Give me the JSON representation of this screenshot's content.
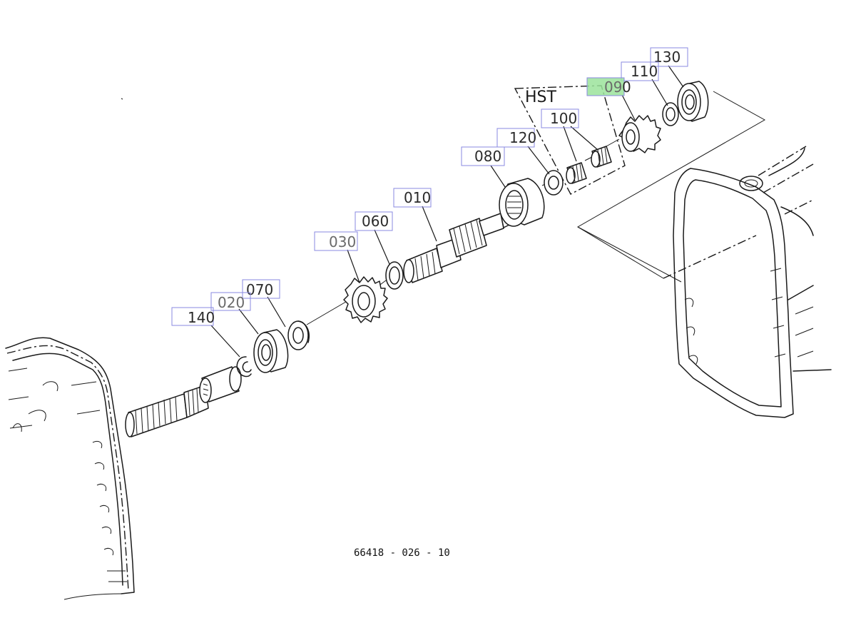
{
  "diagram": {
    "reference_code": "66418 - 026 - 10",
    "group_label": "HST",
    "callouts": [
      {
        "id": "130",
        "label": "130",
        "highlighted": false
      },
      {
        "id": "110",
        "label": "110",
        "highlighted": false
      },
      {
        "id": "090",
        "label": "09",
        "suffix": "0",
        "highlighted": true
      },
      {
        "id": "100",
        "label": "100",
        "highlighted": false
      },
      {
        "id": "120",
        "label": "120",
        "highlighted": false
      },
      {
        "id": "080",
        "label": "080",
        "highlighted": false
      },
      {
        "id": "010",
        "label": "010",
        "highlighted": false
      },
      {
        "id": "060",
        "label": "060",
        "highlighted": false
      },
      {
        "id": "030",
        "label": "030",
        "highlighted": false
      },
      {
        "id": "070",
        "label": "070",
        "highlighted": false
      },
      {
        "id": "020",
        "label": "020",
        "highlighted": false
      },
      {
        "id": "140",
        "label": "140",
        "highlighted": false
      }
    ],
    "colors": {
      "callout_border": "#8a8ae0",
      "highlight_fill": "#9be39b",
      "line": "#1a1a1a"
    }
  }
}
